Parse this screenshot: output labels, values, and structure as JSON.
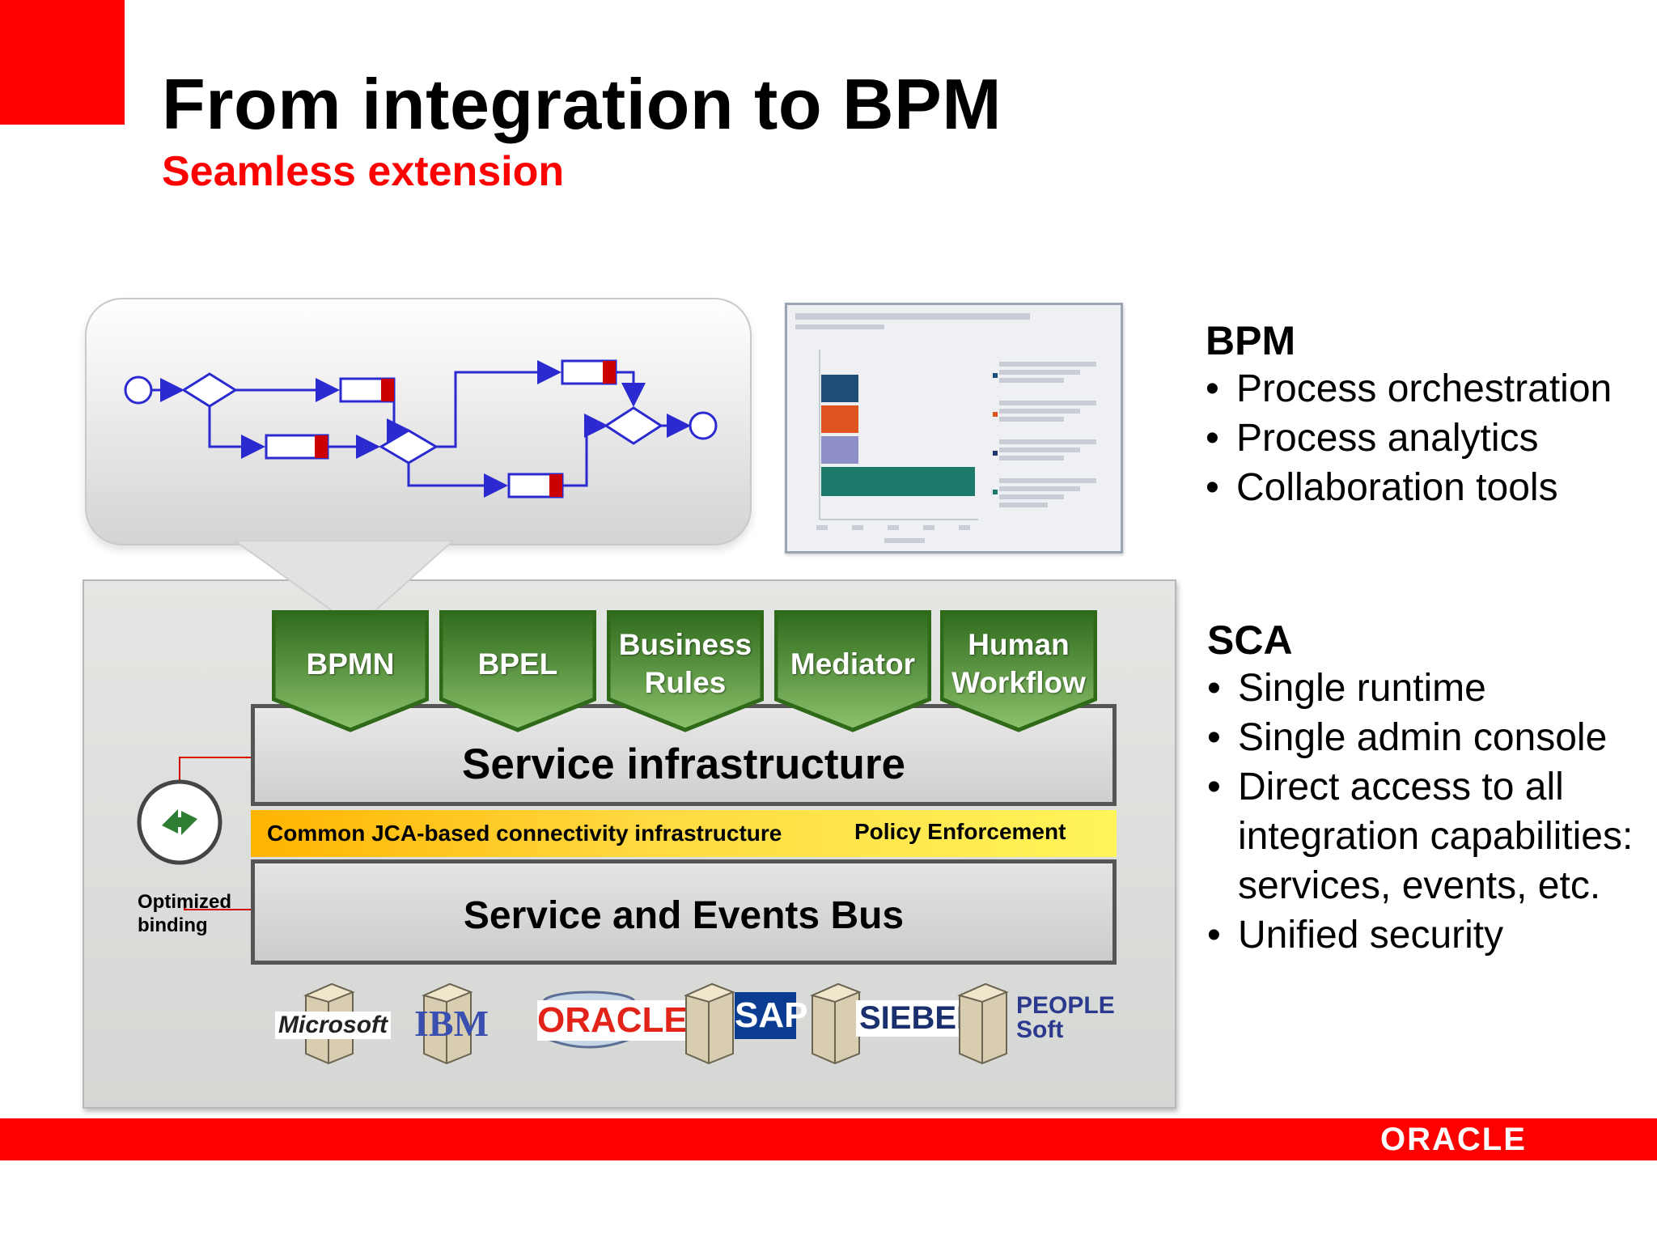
{
  "slide": {
    "title": "From integration to BPM",
    "subtitle": "Seamless extension"
  },
  "colors": {
    "accent_red": "#ff0000",
    "component_green": "#4a8a2c",
    "strip_yellow": "#ffd940"
  },
  "right_panel": {
    "bpm": {
      "heading": "BPM",
      "items": [
        "Process orchestration",
        "Process analytics",
        "Collaboration tools"
      ]
    },
    "sca": {
      "heading": "SCA",
      "items": [
        "Single runtime",
        "Single admin console",
        "Direct access to all integration capabilities: services, events, etc.",
        "Unified security"
      ]
    }
  },
  "diagram": {
    "components": [
      {
        "line1": "BPMN",
        "line2": ""
      },
      {
        "line1": "BPEL",
        "line2": ""
      },
      {
        "line1": "Business",
        "line2": "Rules"
      },
      {
        "line1": "Mediator",
        "line2": ""
      },
      {
        "line1": "Human",
        "line2": "Workflow"
      }
    ],
    "service_infrastructure": "Service infrastructure",
    "connectivity": "Common JCA-based connectivity infrastructure",
    "policy": "Policy Enforcement",
    "bus": "Service and Events Bus",
    "optimized_binding": "Optimized binding",
    "vendors": [
      "Microsoft",
      "IBM",
      "ORACLE",
      "SAP",
      "SIEBEL",
      "PEOPLE Soft"
    ]
  },
  "footer": {
    "logo": "ORACLE"
  }
}
